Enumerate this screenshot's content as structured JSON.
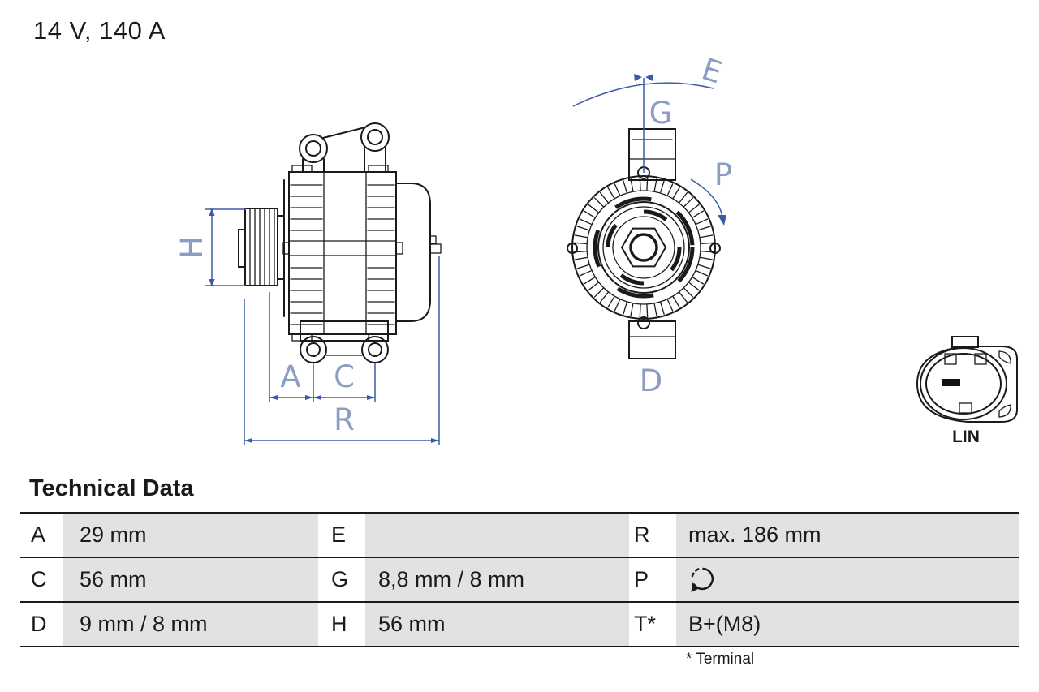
{
  "header": {
    "rating": "14 V, 140 A"
  },
  "drawing": {
    "dimension_labels": {
      "H": "H",
      "A": "A",
      "C": "C",
      "R": "R",
      "E": "E",
      "G": "G",
      "P": "P",
      "D": "D"
    },
    "connector": {
      "label": "LIN"
    }
  },
  "table": {
    "title": "Technical Data",
    "footnote": "* Terminal",
    "rows": [
      {
        "cells": [
          {
            "key": "A",
            "value": "29 mm"
          },
          {
            "key": "E",
            "value": ""
          },
          {
            "key": "R",
            "value": "max. 186 mm"
          }
        ]
      },
      {
        "cells": [
          {
            "key": "C",
            "value": "56 mm"
          },
          {
            "key": "G",
            "value": "8,8 mm / 8 mm"
          },
          {
            "key": "P",
            "value": "",
            "icon": "rotation-direction-icon"
          }
        ]
      },
      {
        "cells": [
          {
            "key": "D",
            "value": "9 mm / 8 mm"
          },
          {
            "key": "H",
            "value": "56 mm"
          },
          {
            "key": "T*",
            "value": "B+(M8)"
          }
        ]
      }
    ]
  },
  "colors": {
    "drawing_line": "#1a1a1a",
    "dimension_line": "#3a5aa8",
    "dimension_label": "#8d9cc2",
    "table_cell_bg": "#e2e2e2",
    "table_border": "#1a1a1a",
    "text": "#1a1a1a"
  }
}
